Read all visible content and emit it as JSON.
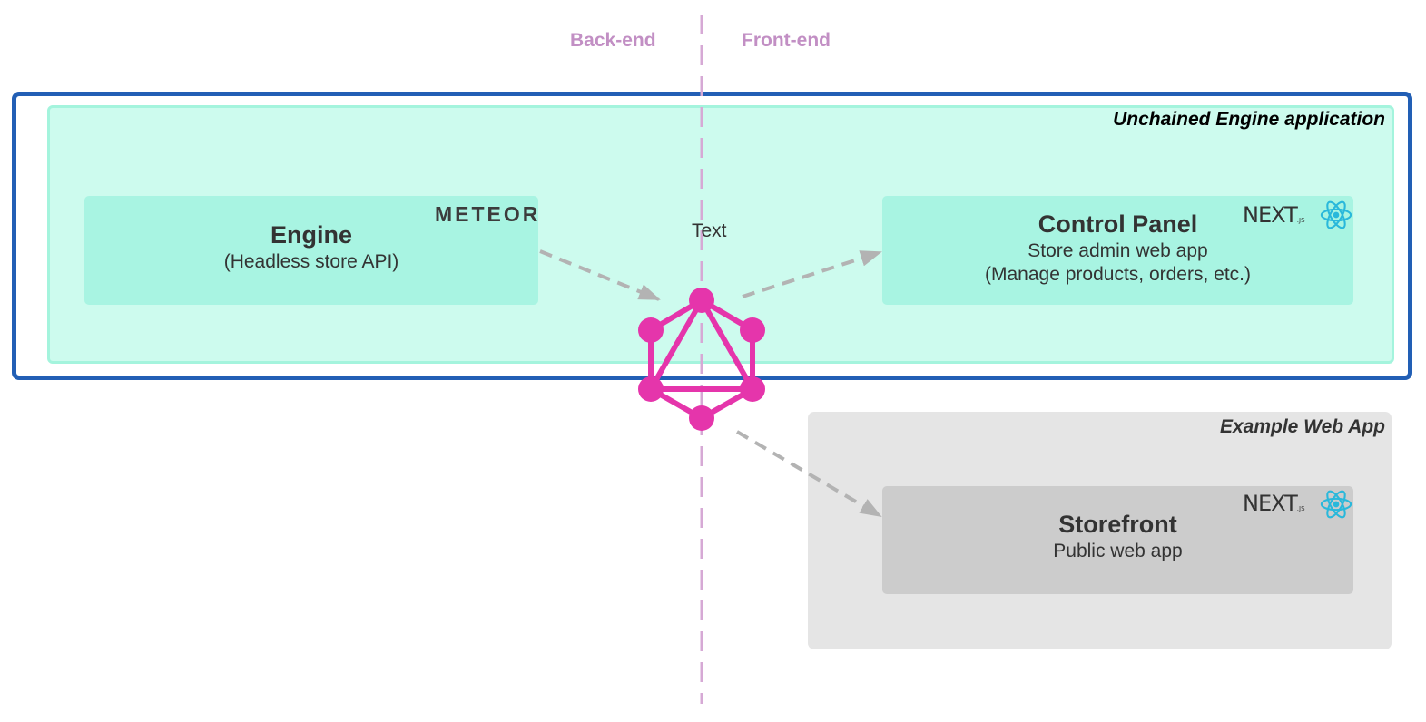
{
  "labels": {
    "backend": "Back-end",
    "frontend": "Front-end",
    "connector_text": "Text"
  },
  "groups": {
    "unchained_app": "Unchained Engine application",
    "example_web_app": "Example Web App"
  },
  "boxes": {
    "engine": {
      "title": "Engine",
      "subtitle": "(Headless store API)",
      "logo": "METEOR"
    },
    "control_panel": {
      "title": "Control Panel",
      "line1": "Store admin web app",
      "line2": "(Manage products, orders, etc.)",
      "logo": "NEXT",
      "logo_suffix": ".JS"
    },
    "storefront": {
      "title": "Storefront",
      "subtitle": "Public web app",
      "logo": "NEXT",
      "logo_suffix": ".JS"
    }
  },
  "icons": {
    "graphql": "graphql-icon",
    "react": "react-icon",
    "meteor": "meteor-logo",
    "next": "nextjs-logo"
  },
  "colors": {
    "outer_border": "#225fb5",
    "inner_fill": "#cdfbee",
    "box_teal": "#a8f4e2",
    "box_gray": "#cccccc",
    "graphql": "#e535ab",
    "divider": "#c28fc4",
    "arrow": "#b3b3b3",
    "react": "#29b8db"
  }
}
